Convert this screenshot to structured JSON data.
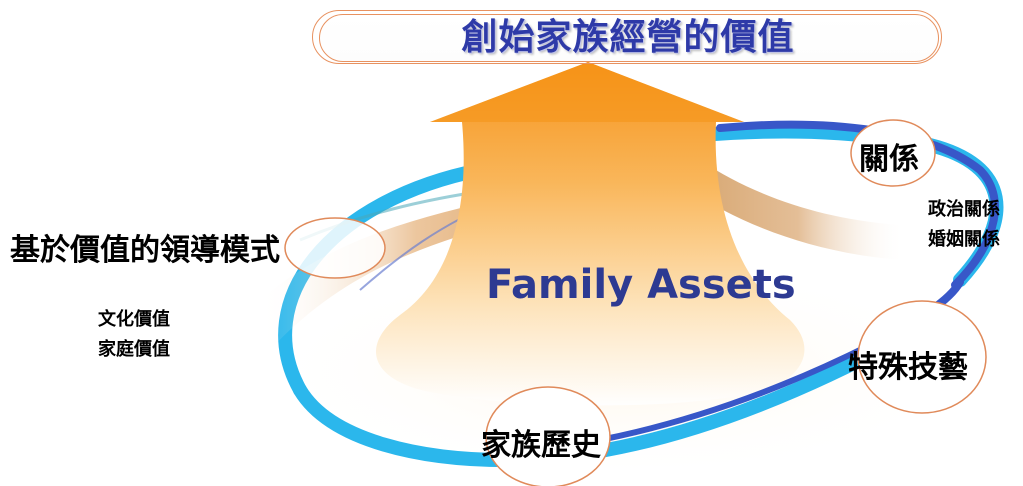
{
  "title": "創始家族經營的價值",
  "center_label": "Family Assets",
  "nodes": {
    "relationship": {
      "label": "關係",
      "items": [
        "政治關係",
        "婚姻關係"
      ]
    },
    "leadership": {
      "label": "基於價值的領導模式",
      "items": [
        "文化價值",
        "家庭價值"
      ]
    },
    "skills": {
      "label": "特殊技藝"
    },
    "history": {
      "label": "家族歷史"
    }
  },
  "colors": {
    "title_text": "#2e3aa8",
    "center_text": "#2d3a92",
    "arrow_top": "#f7a21e",
    "arrow_bottom": "#fff7e6",
    "ring_blue": "#2bb7ec",
    "ring_dark": "#3857c8",
    "node_border": "#e08a5a"
  }
}
